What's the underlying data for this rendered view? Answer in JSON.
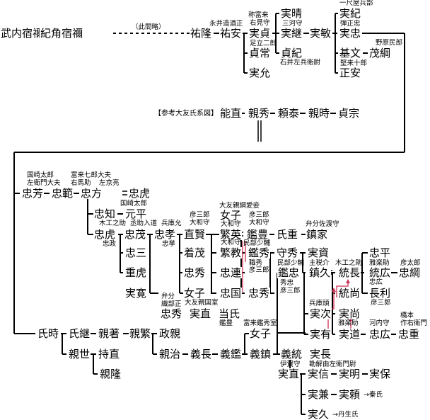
{
  "diagram_title": "【参考大友氏系図】",
  "omission_note": "（此間略）",
  "nodes": {
    "takeuchi": "武内宿禰",
    "kino": "紀角宿禰",
    "suketaka": "祐隆",
    "suketasu": "祐安",
    "sanetei": "実貞",
    "sadatsune": "貞常",
    "sanemasa": "実允",
    "sanehare": "実晴",
    "sanetsugu": "実継",
    "sadanori": "貞紀",
    "sanetoshi": "実敏",
    "sanenori": "実紀",
    "sanetada": "実忠",
    "motofumi": "基文",
    "shigetsuna": "茂綱",
    "masayasu": "正安",
    "yoshinao": "能直",
    "chikahide": "親秀",
    "yoriyasu": "頼泰",
    "chikatoki": "親時",
    "sadamune": "貞宗",
    "tadayoshi": "忠芳",
    "tadanori": "忠範",
    "tadakata": "忠方",
    "tadatora": "忠虎",
    "tadatomo": "忠知",
    "motohira": "元平",
    "tadatora2": "忠虎",
    "tadashige": "忠茂",
    "tadataka": "忠孝",
    "naokata": "直賢",
    "onago1": "女子",
    "shigehide": "繁英",
    "kanetoyo": "鑑豊",
    "ujishige": "氏重",
    "kanenori": "鎮家",
    "tadazou": "忠三",
    "chakushige": "着茂",
    "shigenori": "繁教",
    "kanehide": "鑑秀",
    "morihide": "守秀",
    "sanesuke": "実資",
    "shigetora": "重虎",
    "tadahide2": "忠秀",
    "tadaren": "忠連",
    "kanetada": "鑑忠",
    "shizuhisa": "鎮久",
    "suminaga": "統長",
    "tadahira": "忠平",
    "munehiro": "統広",
    "tadatsuna": "忠綱",
    "sanehiro": "実寛",
    "onago2": "女子",
    "tadakuni": "忠国",
    "tadahide3": "忠秀",
    "muneyoshi": "統尚",
    "nagatoshi": "長利",
    "tadahide": "忠秀",
    "sanenao": "実直",
    "masahide": "当氏",
    "sanetsugu2": "実次",
    "sanenao2": "実尚",
    "saneari": "実有",
    "sanemichi": "実道",
    "tadahiro": "忠広",
    "tadashige2": "忠重",
    "sanenaga": "実長",
    "ujitoki": "氏時",
    "ujitsugu": "氏継",
    "chikaaki": "親著",
    "chikashige": "親繁",
    "masachika": "政親",
    "onago3": "女子",
    "chikayo": "親世",
    "mochinao": "持直",
    "chikataka": "親隆",
    "chikaharu": "親治",
    "yoshinaga": "義長",
    "yoshiaki": "義鑑",
    "yoshishige": "義鎮",
    "yoshimune": "義統",
    "sanenao3": "実直",
    "sanenobu": "実信",
    "saneaki": "実明",
    "saneyasu": "実保",
    "sanekane": "実兼",
    "saneyori": "実頼",
    "sanehisa": "実久"
  },
  "side_notes": {
    "nagai": "永井造酒正",
    "shogurai": "称富来",
    "ukyo": "右見守",
    "mikawa": "三河守",
    "ashidachi": "足立二郎",
    "ishii": "石井左兵衛尉",
    "ichishaku": "一尺屋兵部",
    "danjo": "弾正忠",
    "nobara": "野原民部",
    "kenjuro": "堅来十郎",
    "kunisaki": "国崎太郎",
    "saemon": "左衛門大夫",
    "tomiku": "富来七郎大夫",
    "umanosuke": "右馬助",
    "sakyo": "左京亮",
    "kunisaki2": "国崎太郎",
    "mokunosuke": "木工之助",
    "sukenyudo": "丞助入道",
    "hyogo": "兵庫允",
    "tadamasa": "忠政",
    "tadataka2": "忠挙",
    "hikosaburo": "彦三郎",
    "yamato": "大和守",
    "otomoai": "大友親綱愛妾",
    "hikosaburo2": "彦三郎",
    "yamato2": "大和守",
    "yamato3": "大和守",
    "yamato4": "大和守",
    "minbu": "民部少輔",
    "benbun": "弁分佐渡守",
    "shikisa": "職秀",
    "hikosaburo3": "彦三郎",
    "minbu2": "民部少輔",
    "shuzei": "主税介",
    "mokunosuke2": "木工之助",
    "gaku": "雅楽助",
    "hikotaro": "彦太郎",
    "tadahiro2": "忠広",
    "hidetada": "秀忠",
    "hikosaburo4": "彦三郎",
    "bensho": "弁分",
    "oribe": "織部正",
    "otomokuni": "大友親国室",
    "kanetoyo2": "鑑豊",
    "hyogo2": "兵庫頭",
    "gaku2": "雅楽助",
    "kawachi": "河内守",
    "hashimoto": "橋本",
    "sakutaro": "作右衛門",
    "hikosaburo5": "彦三郎",
    "tomikushige": "富来鑑秀室",
    "iyo": "伊賀守",
    "kageyu": "勘解由左衛門尉",
    "hata": "→秦氏",
    "nyusei": "→丹生氏"
  }
}
